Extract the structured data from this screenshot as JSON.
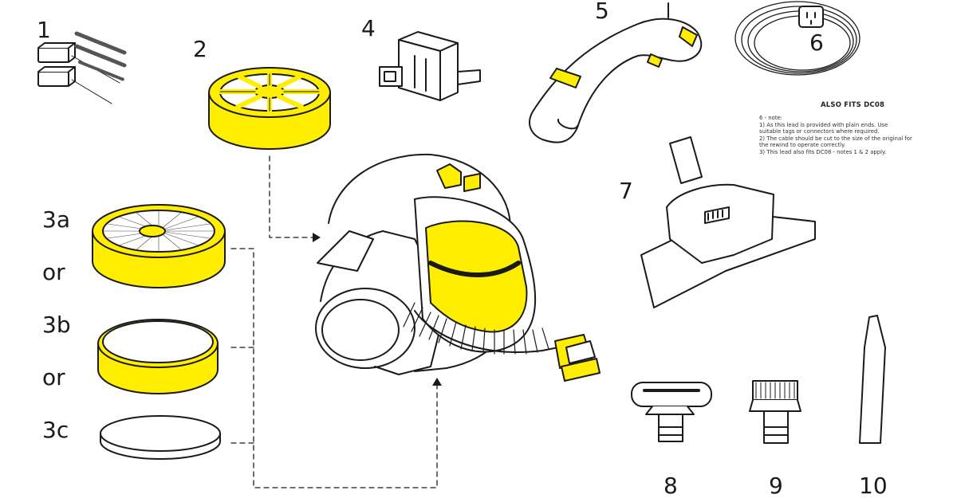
{
  "labels": {
    "p1": "1",
    "p2": "2",
    "p3a": "3a",
    "or1": "or",
    "p3b": "3b",
    "or2": "or",
    "p3c": "3c",
    "p4": "4",
    "p5": "5",
    "p6": "6",
    "p7": "7",
    "p8": "8",
    "p9": "9",
    "p10": "10"
  },
  "note": {
    "title": "ALSO FITS DC08",
    "heading": "6 - note:",
    "lines": [
      "1) As this lead is provided with plain ends. Use",
      "suitable tags or connectors where required.",
      "2) The cable should be cut to the size of the original for",
      "the rewind to operate correctly.",
      "3) This lead also fits DC08 - notes 1 & 2 apply."
    ]
  },
  "colors": {
    "accent": "#ffee00",
    "line": "#1a1a1a"
  }
}
